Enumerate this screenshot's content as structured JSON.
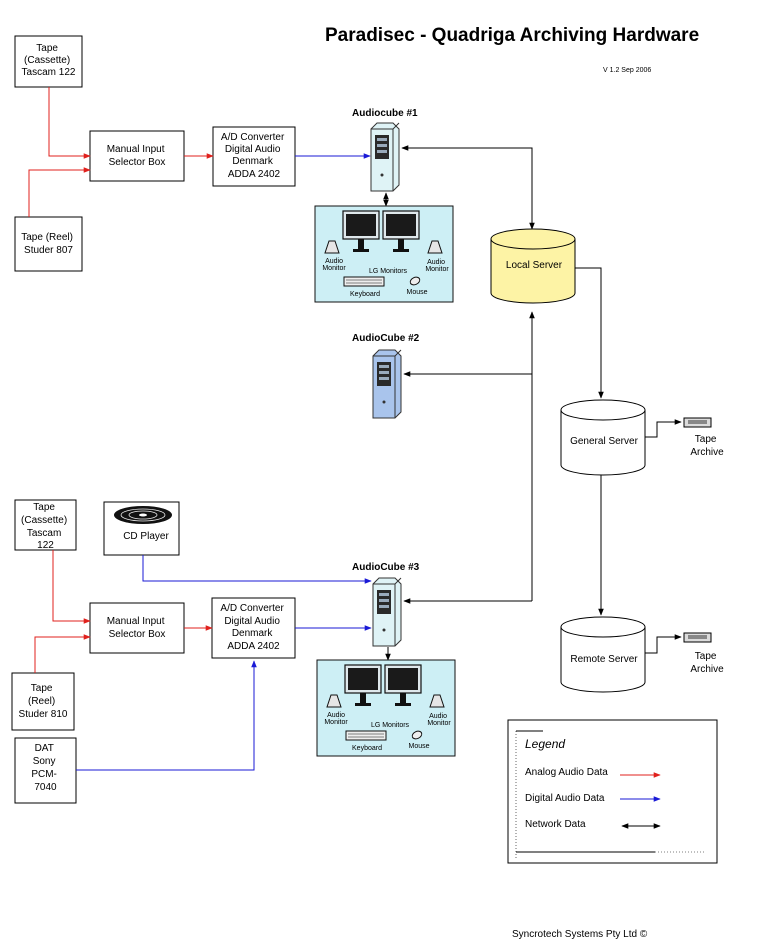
{
  "title": "Paradisec - Quadriga Archiving Hardware",
  "version": "V 1.2 Sep 2006",
  "footer": "Syncrotech Systems Pty Ltd  ©",
  "nodes": {
    "tape_cassette_1": [
      "Tape",
      "(Cassette)",
      "Tascam 122"
    ],
    "tape_reel_1": [
      "Tape (Reel)",
      "Studer 807"
    ],
    "selector_1": [
      "Manual Input",
      "Selector Box"
    ],
    "adc_1": [
      "A/D Converter",
      "Digital Audio",
      "Denmark",
      "ADDA 2402"
    ],
    "tape_cassette_3": [
      "Tape",
      "(Cassette)",
      "Tascam",
      "122"
    ],
    "cd_player": [
      "CD Player"
    ],
    "tape_reel_3": [
      "Tape",
      "(Reel)",
      "Studer 810"
    ],
    "dat": [
      "DAT",
      "Sony",
      "PCM-",
      "7040"
    ],
    "selector_3": [
      "Manual Input",
      "Selector Box"
    ],
    "adc_3": [
      "A/D Converter",
      "Digital Audio",
      "Denmark",
      "ADDA 2402"
    ]
  },
  "cubes": {
    "cube1": "Audiocube #1",
    "cube2": "AudioCube #2",
    "cube3": "AudioCube #3"
  },
  "servers": {
    "local": "Local Server",
    "general": "General Server",
    "remote": "Remote Server"
  },
  "tape_archive": [
    "Tape",
    "Archive"
  ],
  "workstation": {
    "audio_monitor": [
      "Audio",
      "Monitor"
    ],
    "lg_monitors": "LG Monitors",
    "keyboard": "Keyboard",
    "mouse": "Mouse"
  },
  "legend": {
    "title": "Legend",
    "items": [
      {
        "label": "Analog Audio Data",
        "color": "#e0211d"
      },
      {
        "label": "Digital Audio Data",
        "color": "#1a1ad6"
      },
      {
        "label": "Network Data",
        "color": "#000000"
      }
    ]
  },
  "colors": {
    "analog": "#e0211d",
    "digital": "#1a1ad6",
    "network": "#000000",
    "workstation_bg": "#cdeff5",
    "local_server": "#fdf3a5",
    "tower_light": "#dff3f6",
    "tower_blue": "#a9c4ec"
  }
}
